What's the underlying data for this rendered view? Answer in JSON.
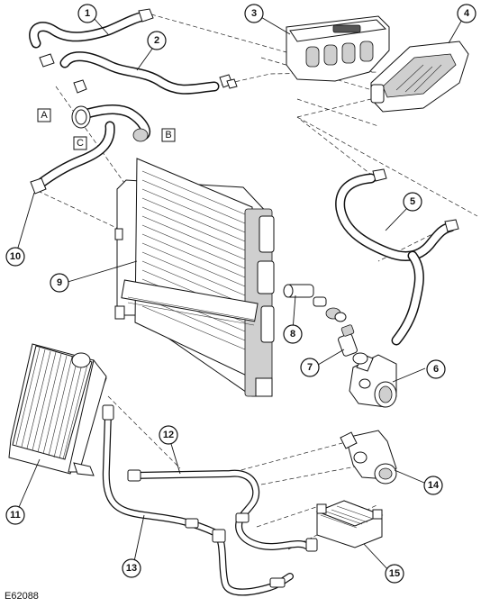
{
  "figure_id": "E62088",
  "callouts": [
    "1",
    "2",
    "3",
    "4",
    "5",
    "6",
    "7",
    "8",
    "9",
    "10",
    "11",
    "12",
    "13",
    "14",
    "15"
  ],
  "view_letters": [
    "A",
    "B",
    "C"
  ]
}
